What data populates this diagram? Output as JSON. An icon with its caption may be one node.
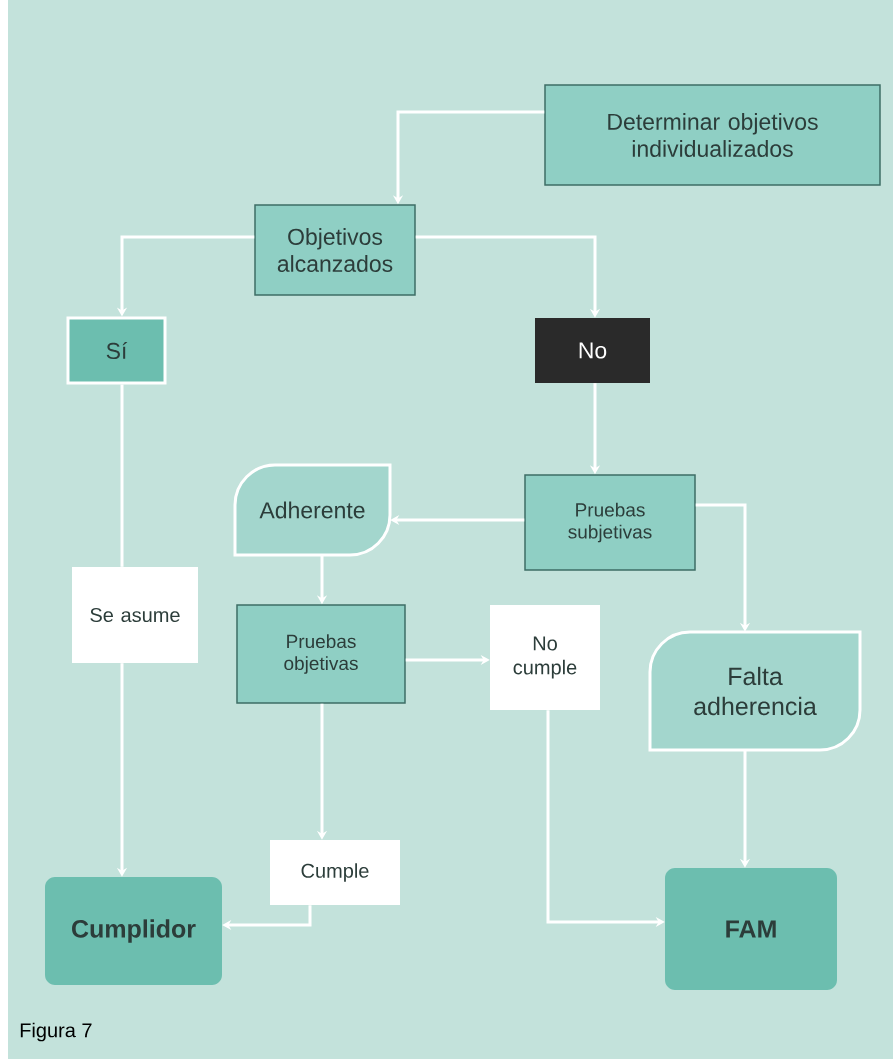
{
  "diagram": {
    "caption": "Figura 7",
    "nodes": [
      {
        "text": [
          "Determinar objetivos individualizados"
        ]
      },
      {
        "text": [
          "Objetivos alcanzados"
        ]
      },
      {
        "text": [
          "Sí"
        ]
      },
      {
        "text": [
          "No"
        ]
      },
      {
        "text": [
          "Pruebas subjetivas"
        ]
      },
      {
        "text": [
          "Adherente"
        ]
      },
      {
        "text": [
          "Se asume"
        ]
      },
      {
        "text": [
          "Pruebas objetivas"
        ]
      },
      {
        "text": [
          "No cumple"
        ]
      },
      {
        "text": [
          "Falta adherencia"
        ]
      },
      {
        "text": [
          "Cumple"
        ]
      },
      {
        "text": [
          "Cumplidor"
        ]
      },
      {
        "text": [
          "FAM"
        ]
      }
    ],
    "edges": [
      {
        "from": 0,
        "to": 1,
        "arrow": "to"
      },
      {
        "from": 1,
        "to": 2,
        "arrow": "to"
      },
      {
        "from": 1,
        "to": 3,
        "arrow": "to"
      },
      {
        "from": 3,
        "to": 4,
        "arrow": "to"
      },
      {
        "from": 4,
        "to": 5,
        "arrow": "to"
      },
      {
        "from": 4,
        "to": 9,
        "arrow": "to"
      },
      {
        "from": 5,
        "to": 7,
        "arrow": "to"
      },
      {
        "from": 7,
        "to": 8,
        "arrow": "to"
      },
      {
        "from": 7,
        "to": 10,
        "arrow": "to"
      },
      {
        "from": 10,
        "to": 11,
        "arrow": "to"
      },
      {
        "from": 8,
        "to": 12,
        "arrow": "to"
      },
      {
        "from": 9,
        "to": 12,
        "arrow": "to"
      },
      {
        "from": 2,
        "to": 6,
        "arrow": "none"
      },
      {
        "from": 6,
        "to": 11,
        "arrow": "to"
      }
    ]
  }
}
